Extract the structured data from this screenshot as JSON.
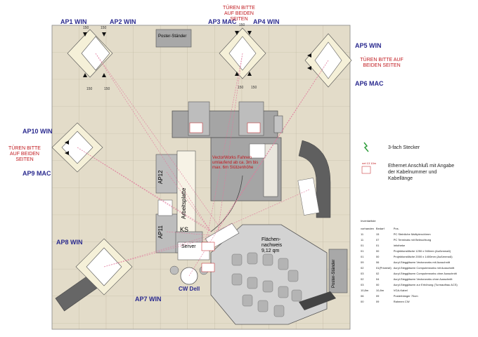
{
  "workstations": {
    "ap1": "AP1 WIN",
    "ap2": "AP2 WIN",
    "ap3": "AP3 MAC",
    "ap4": "AP4 WIN",
    "ap5": "AP5 WIN",
    "ap6": "AP6 MAC",
    "ap7": "AP7 WIN",
    "ap8": "AP8 WIN",
    "ap9": "AP9 MAC",
    "ap10": "AP10 WIN",
    "ap11": "AP11",
    "ap12": "AP12"
  },
  "notices": {
    "doors_top": "TÜREN BITTE AUF BEIDEN SEITEN",
    "doors_right": "TÜREN BITTE AUF BEIDEN SEITEN",
    "doors_left": "TÜREN BITTE AUF BEIDEN SEITEN",
    "banner": "VectorWorks Fahnen umlaufend ab ca. 3m bis max. 6m Stützenhöhe"
  },
  "dimensions": {
    "d150": "150"
  },
  "room_labels": {
    "poster_top": "Poster-Ständer",
    "poster_right": "Poster-Ständer",
    "arbeitsplatte": "Arbeitsplatte",
    "ks": "KS",
    "server": "Server",
    "cw_dell": "CW Dell",
    "flaechen": "Flächen-\nnachweis\n9,12 qm"
  },
  "legend": {
    "stecker": "3-fach Stecker",
    "ethernet": "Ethernet Anschluß mit Angabe der Kabelnummer und Kabellänge",
    "net_sample": "net 13 10m"
  },
  "inventory": {
    "title": "Inventarliste",
    "headers": [
      "vorhanden",
      "Bedarf",
      "Pos."
    ],
    "rows": [
      [
        "11",
        "15",
        "PC Steinliche Multiplexch/mm"
      ],
      [
        "11",
        "07",
        "PC Terminals mit Beleuchtung"
      ],
      [
        "01",
        "01",
        "Infotheke"
      ],
      [
        "01",
        "00",
        "Projektionsfläche 1250 x 940mm (Außenmaß)"
      ],
      [
        "01",
        "00",
        "Projektionsfläche 2000 x 1400mm (Außenmaß)"
      ],
      [
        "09",
        "06",
        "Acryl-Steggläsern Vectorworks mit Ausschnitt"
      ],
      [
        "02",
        "01(Prioresti)",
        "Acryl-Steggläsern Computerworks mit Ausschnitt"
      ],
      [
        "03",
        "02",
        "Acryl-Steggläsern Computerworks ohne Ausschnitt"
      ],
      [
        "02",
        "04",
        "Acryl-Steggläsern Vectorworks ohne Ausschnitt"
      ],
      [
        "03",
        "00",
        "Acryl-Steggläsern zur Erhöhung (Turmaufbau ACS)"
      ],
      [
        "10,8m",
        "10,8m",
        "VGA-Kabel"
      ],
      [
        "06",
        "09",
        "Posterhänger 70cm"
      ],
      [
        "00",
        "09",
        "Rahmen CW"
      ]
    ]
  }
}
